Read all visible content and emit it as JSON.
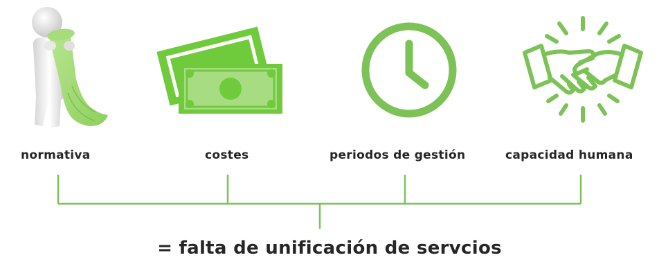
{
  "colors": {
    "accent": "#7DC257",
    "accent_light": "#A8DC82",
    "bill": "#6FCB3B",
    "text": "#262626"
  },
  "items": [
    {
      "label": "normativa",
      "icon": "person-with-scroll-icon"
    },
    {
      "label": "costes",
      "icon": "money-bills-icon"
    },
    {
      "label": "periodos de gestión",
      "icon": "clock-icon"
    },
    {
      "label": "capacidad humana",
      "icon": "handshake-icon"
    }
  ],
  "conclusion": "= falta de unificación de servcios"
}
